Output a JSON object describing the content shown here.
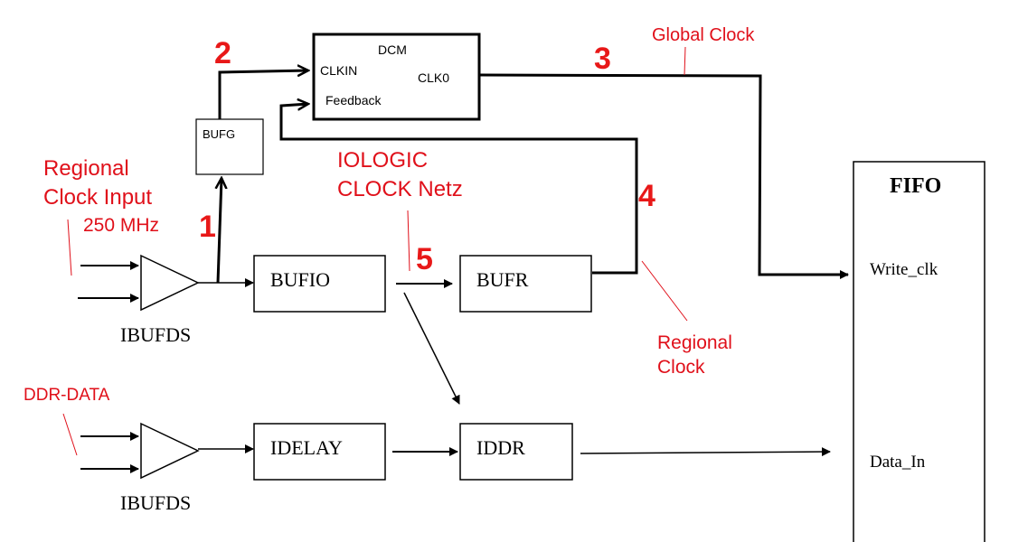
{
  "blocks": {
    "dcm": {
      "title": "DCM",
      "clkin": "CLKIN",
      "clk0": "CLK0",
      "feedback": "Feedback"
    },
    "bufg": "BUFG",
    "bufio": "BUFIO",
    "bufr": "BUFR",
    "idelay": "IDELAY",
    "iddr": "IDDR",
    "ibufds_top": "IBUFDS",
    "ibufds_bottom": "IBUFDS",
    "fifo": {
      "title": "FIFO",
      "write_clk": "Write_clk",
      "data_in": "Data_In"
    }
  },
  "annotations": {
    "regional_clock_input_line1": "Regional",
    "regional_clock_input_line2": "Clock Input",
    "freq": "250 MHz",
    "iologic_line1": "IOLOGIC",
    "iologic_line2": "CLOCK Netz",
    "global_clock": "Global Clock",
    "regional_clock_line1": "Regional",
    "regional_clock_line2": "Clock",
    "ddr_data": "DDR-DATA"
  },
  "markers": [
    "1",
    "2",
    "3",
    "4",
    "5"
  ],
  "colors": {
    "annotation": "#e0101a",
    "line": "#000000"
  }
}
